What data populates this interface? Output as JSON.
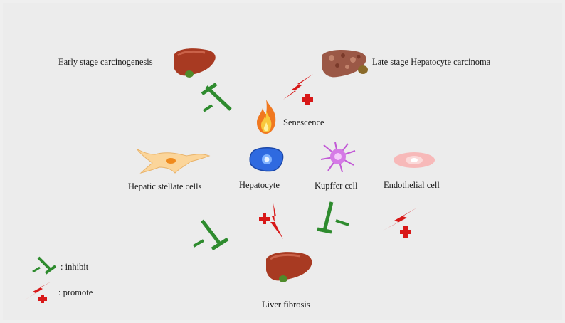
{
  "labels": {
    "early_stage": "Early stage carcinogenesis",
    "late_stage": "Late stage Hepatocyte carcinoma",
    "senescence": "Senescence",
    "hepatic_stellate": "Hepatic stellate cells",
    "hepatocyte": "Hepatocyte",
    "kupffer": "Kupffer cell",
    "endothelial": "Endothelial  cell",
    "liver_fibrosis": "Liver fibrosis"
  },
  "legend": {
    "inhibit_label": ": inhibit",
    "promote_label": ": promote"
  },
  "icons": {
    "inhibit": "inhibit-tbar-icon",
    "promote": "promote-lightning-plus-icon",
    "liver": "liver-icon",
    "fire": "fire-icon"
  },
  "colors": {
    "inhibit": "#2e8b2e",
    "promote": "#d81818",
    "liver": "#a83a22",
    "hepatocyte": "#2f6ae0",
    "kupffer": "#c25ad6",
    "stellate": "#fbd59a",
    "endothelial": "#f7b9b9",
    "background": "#ececec"
  }
}
